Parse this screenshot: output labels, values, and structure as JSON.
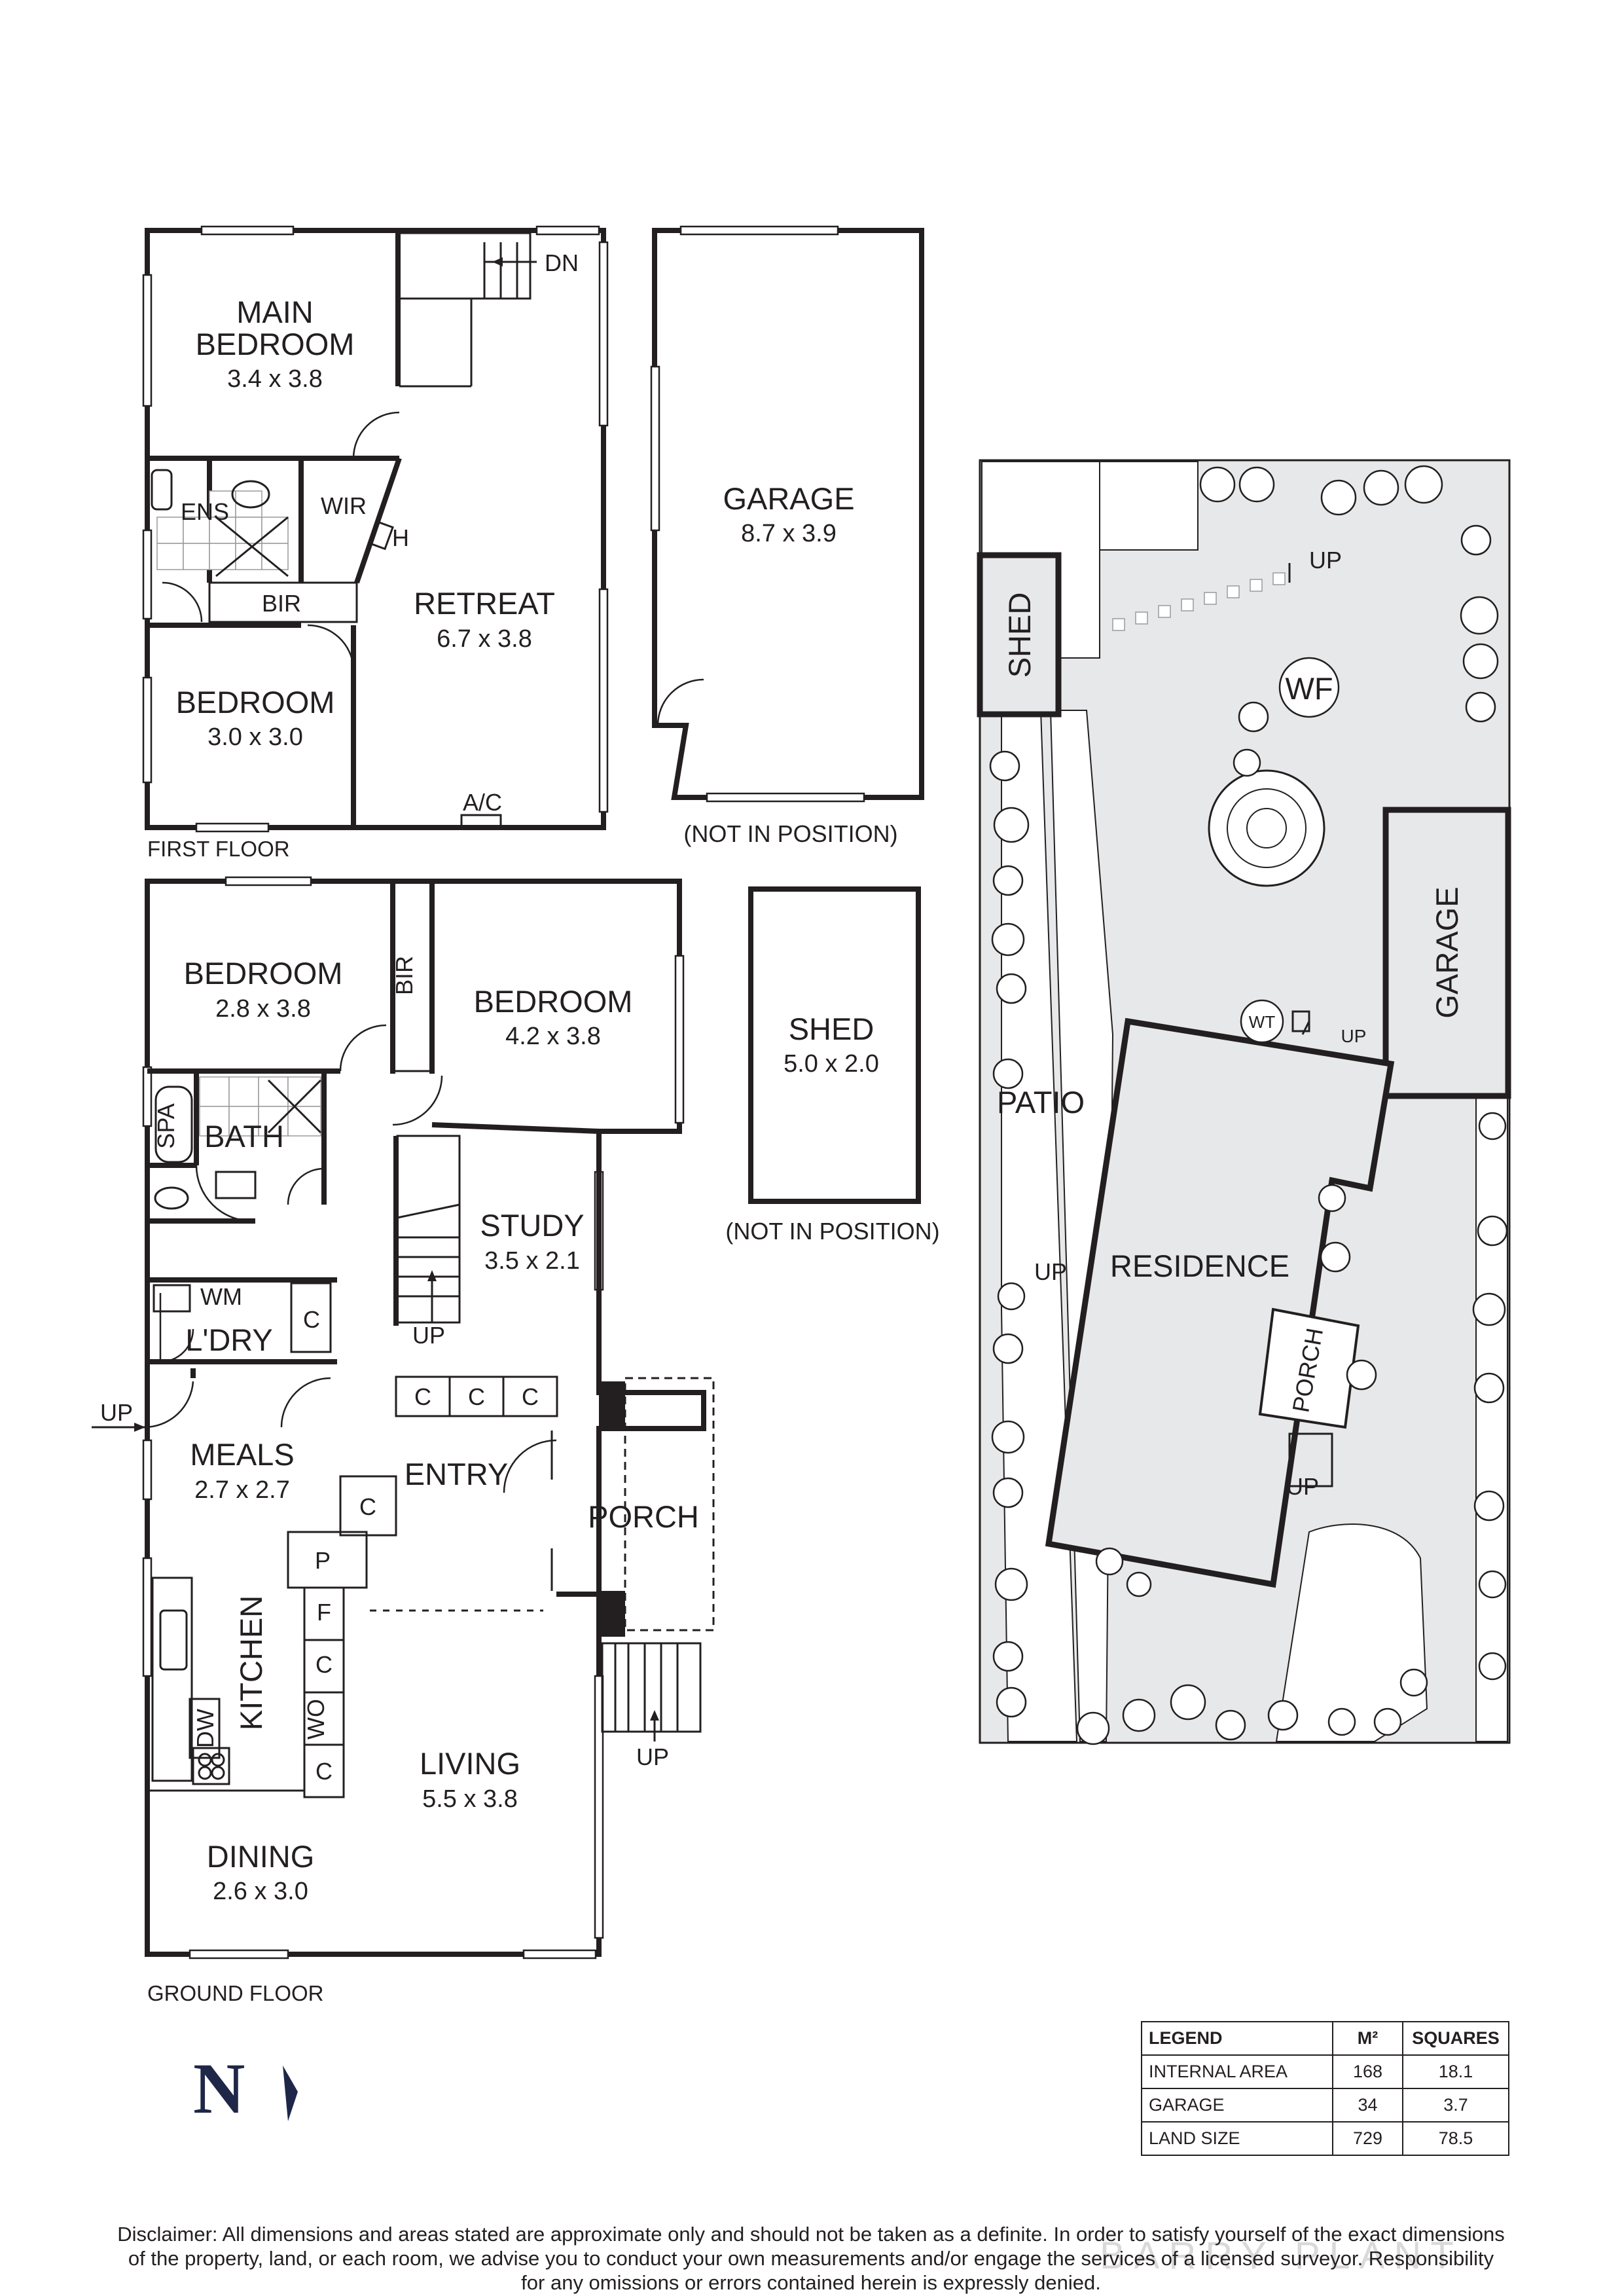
{
  "first_floor": {
    "caption": "FIRST FLOOR",
    "main_bedroom": {
      "name1": "MAIN",
      "name2": "BEDROOM",
      "dims": "3.4 x 3.8"
    },
    "ens": "ENS",
    "wir": "WIR",
    "h": "H",
    "bir": "BIR",
    "retreat": {
      "name": "RETREAT",
      "dims": "6.7 x 3.8"
    },
    "bedroom": {
      "name": "BEDROOM",
      "dims": "3.0 x 3.0"
    },
    "ac": "A/C",
    "dn": "DN"
  },
  "garage_plan": {
    "name": "GARAGE",
    "dims": "8.7 x 3.9",
    "note": "(NOT IN POSITION)"
  },
  "shed_plan": {
    "name": "SHED",
    "dims": "5.0 x 2.0",
    "note": "(NOT IN POSITION)"
  },
  "ground_floor": {
    "caption": "GROUND FLOOR",
    "bedroom1": {
      "name": "BEDROOM",
      "dims": "2.8 x 3.8"
    },
    "bir": "BIR",
    "bedroom2": {
      "name": "BEDROOM",
      "dims": "4.2 x 3.8"
    },
    "spa": "SPA",
    "bath": "BATH",
    "study": {
      "name": "STUDY",
      "dims": "3.5 x 2.1"
    },
    "up_stair": "UP",
    "wm": "WM",
    "ldry": "L'DRY",
    "c_label": "C",
    "up_side": "UP",
    "meals": {
      "name": "MEALS",
      "dims": "2.7 x 2.7"
    },
    "entry": "ENTRY",
    "porch": "PORCH",
    "p": "P",
    "f": "F",
    "wo": "WO",
    "kitchen": "KITCHEN",
    "dw": "DW",
    "living": {
      "name": "LIVING",
      "dims": "5.5 x 3.8"
    },
    "up_front": "UP",
    "dining": {
      "name": "DINING",
      "dims": "2.6 x 3.0"
    }
  },
  "site": {
    "shed": "SHED",
    "up_top": "UP",
    "wf": "WF",
    "garage": "GARAGE",
    "wt": "WT",
    "up_wt": "UP",
    "patio": "PATIO",
    "up_patio": "UP",
    "residence": "RESIDENCE",
    "porch": "PORCH",
    "up_porch": "UP"
  },
  "compass": {
    "letter": "N"
  },
  "legend": {
    "headers": [
      "LEGEND",
      "M²",
      "SQUARES"
    ],
    "rows": [
      {
        "label": "INTERNAL AREA",
        "m2": "168",
        "squares": "18.1"
      },
      {
        "label": "GARAGE",
        "m2": "34",
        "squares": "3.7"
      },
      {
        "label": "LAND SIZE",
        "m2": "729",
        "squares": "78.5"
      }
    ]
  },
  "disclaimer": [
    "Disclaimer: All dimensions and areas stated are approximate only and should not be taken as a definite. In order to satisfy yourself of the exact dimensions",
    "of the property, land, or each room, we advise you to conduct your own measurements and/or engage the services of a licensed surveyor. Responsibility",
    "for any omissions or errors contained herein is expressly denied."
  ],
  "watermark": "BARRY PLANT"
}
